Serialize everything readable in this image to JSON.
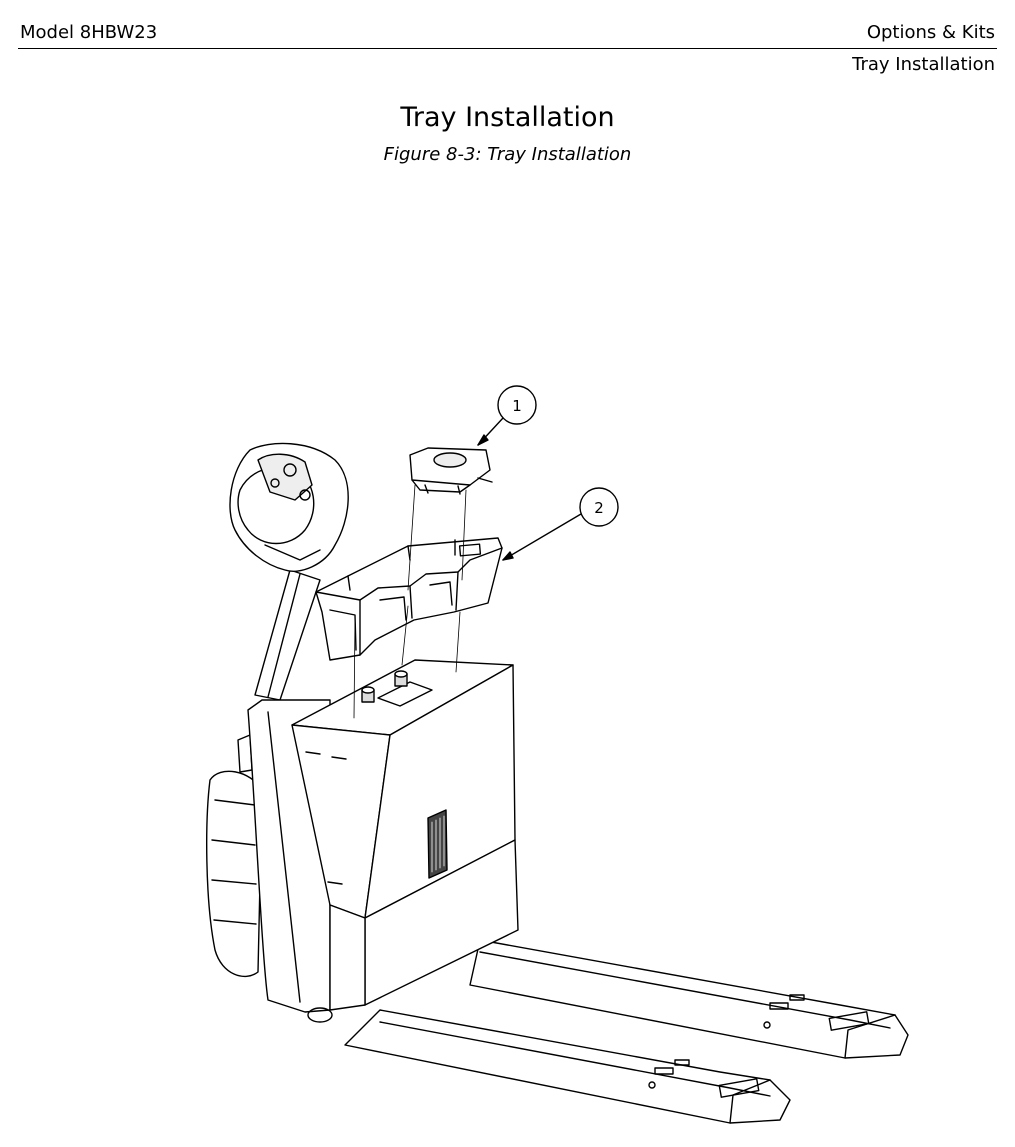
{
  "header": {
    "model": "Model 8HBW23",
    "section": "Options & Kits",
    "subsection": "Tray Installation"
  },
  "page_title": "Tray Installation",
  "figure_caption": "Figure 8-3: Tray Installation",
  "callouts": [
    {
      "number": "1",
      "part": "tray-insert-cup"
    },
    {
      "number": "2",
      "part": "tray"
    }
  ]
}
